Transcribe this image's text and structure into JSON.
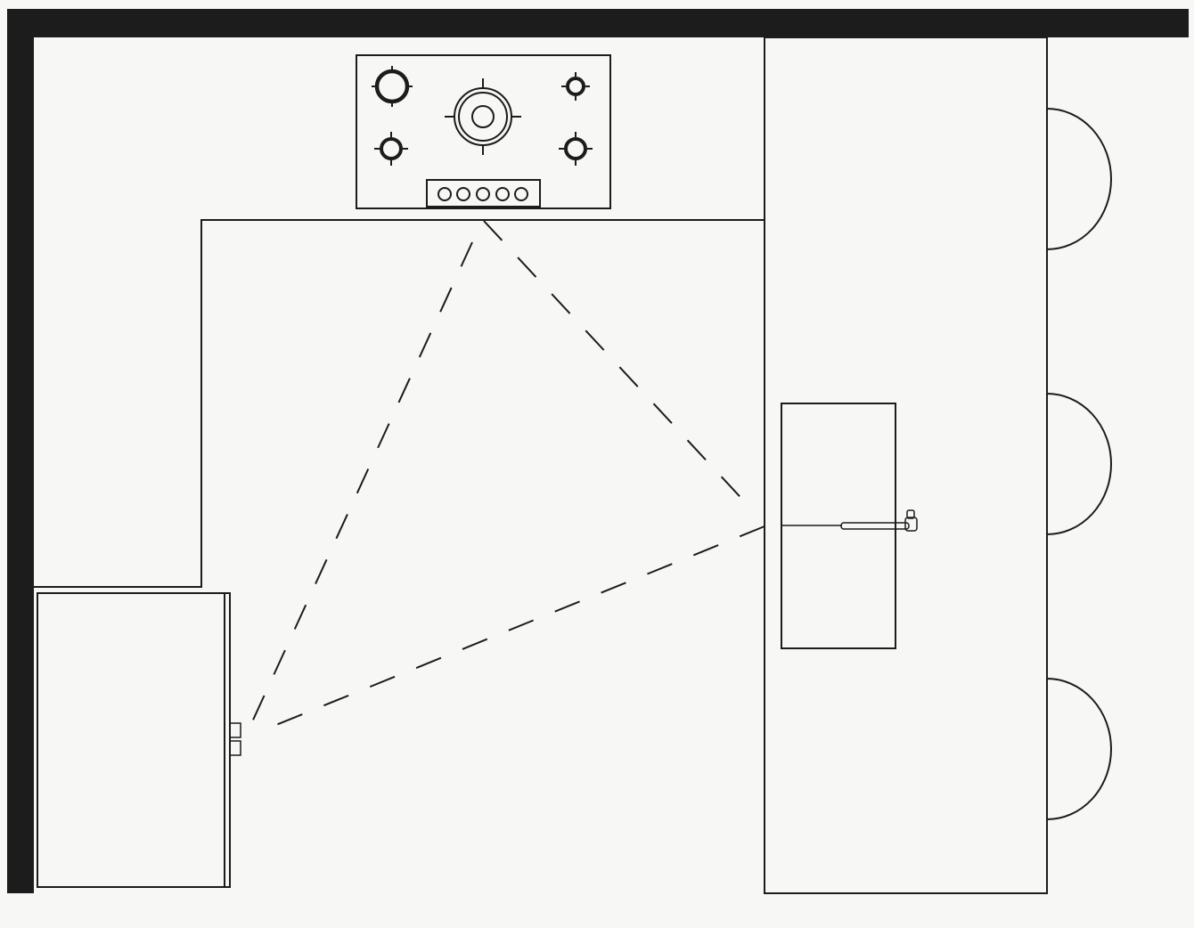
{
  "diagram": {
    "kind": "kitchen-floor-plan",
    "wall_color": "#1c1c1c",
    "line_color": "#1c1c1c",
    "background_color": "#f7f7f5",
    "elements": [
      "wall-top",
      "wall-left",
      "counter-run",
      "cooktop",
      "refrigerator",
      "island",
      "sink",
      "faucet",
      "bar-stool-1",
      "bar-stool-2",
      "bar-stool-3",
      "work-triangle"
    ],
    "cooktop_burners": 5,
    "cooktop_knobs": 5,
    "bar_stools": 3
  }
}
